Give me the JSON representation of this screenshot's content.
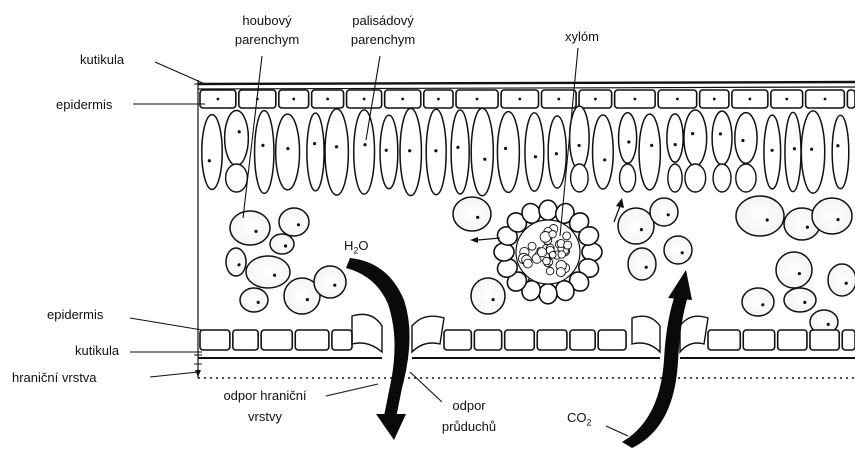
{
  "labels": {
    "kutikula_top": "kutikula",
    "epidermis_top": "epidermis",
    "houbovy": [
      "houbový",
      "parenchym"
    ],
    "palisadovy": [
      "palisádový",
      "parenchym"
    ],
    "xylom": "xylóm",
    "epidermis_bottom": "epidermis",
    "kutikula_bottom": "kutikula",
    "hranicni": "hraniční vrstva",
    "odpor_hranicni": [
      "odpor hraniční",
      "vrstvy"
    ],
    "odpor_pruduchu": [
      "odpor",
      "průduchů"
    ],
    "h2o": {
      "main": "H",
      "sub": "2",
      "rest": "O"
    },
    "co2": {
      "main": "CO",
      "sub": "2"
    }
  },
  "colors": {
    "ink": "#111111",
    "paper": "#ffffff"
  }
}
